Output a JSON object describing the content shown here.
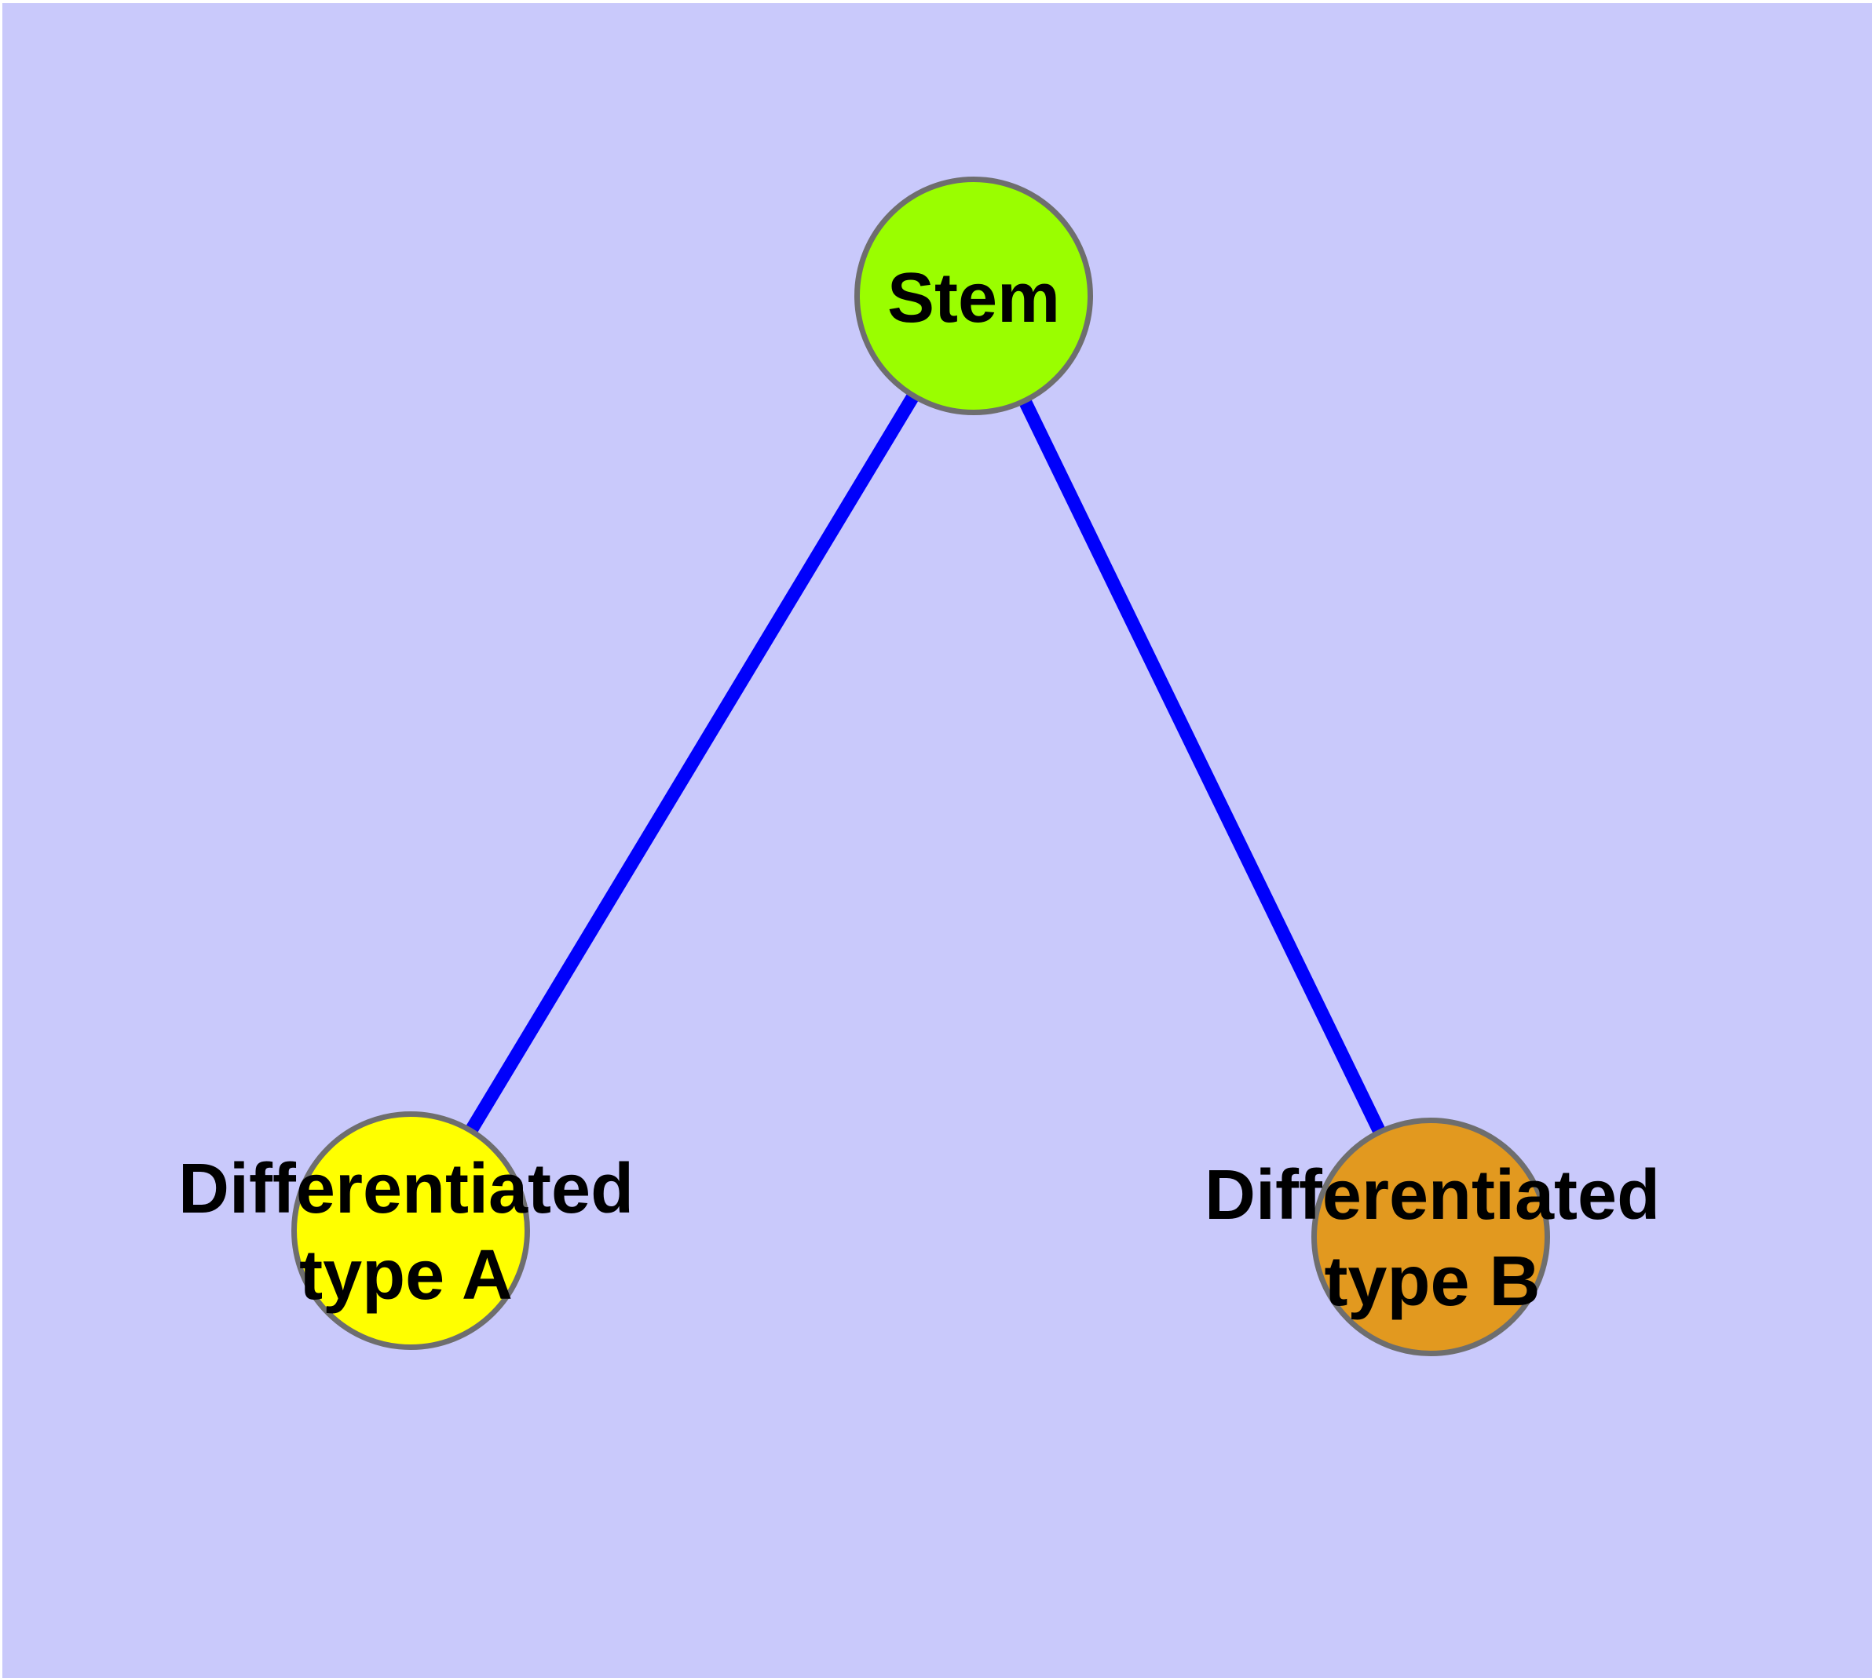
{
  "colors": {
    "background": "#C9C9FB",
    "page_margin": "#FFFFFF",
    "edge": "#0000FB",
    "node_border": "#6E6E6E",
    "label": "#000000"
  },
  "graph": {
    "nodes": [
      {
        "id": "stem",
        "lines": [
          "Stem"
        ],
        "fill": "#9AFE00"
      },
      {
        "id": "type-a",
        "lines": [
          "Differentiated",
          "type A"
        ],
        "fill": "#FFFF00"
      },
      {
        "id": "type-b",
        "lines": [
          "Differentiated",
          "type B"
        ],
        "fill": "#E2991F"
      }
    ],
    "edges": [
      {
        "from": "stem",
        "to": "type-a"
      },
      {
        "from": "stem",
        "to": "type-b"
      }
    ]
  }
}
